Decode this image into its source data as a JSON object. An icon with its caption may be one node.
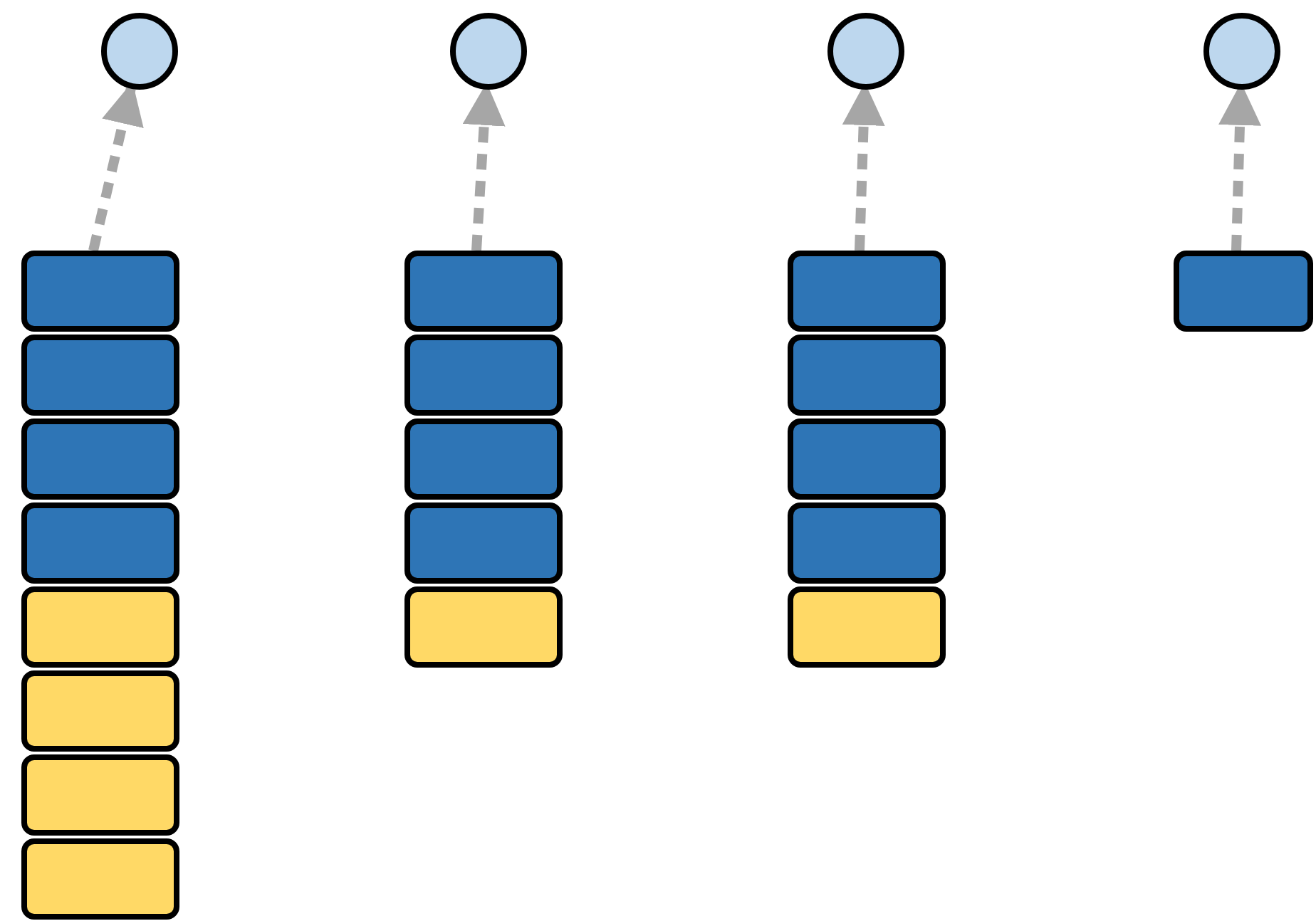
{
  "diagram": {
    "nodes": [
      {
        "text": [],
        "shape": "circle"
      },
      {
        "text": [],
        "shape": "circle"
      },
      {
        "text": [],
        "shape": "circle"
      },
      {
        "text": [],
        "shape": "circle"
      },
      {
        "text": [],
        "shape": "box"
      },
      {
        "text": [],
        "shape": "box"
      },
      {
        "text": [],
        "shape": "box"
      },
      {
        "text": [],
        "shape": "box"
      },
      {
        "text": [],
        "shape": "box"
      },
      {
        "text": [],
        "shape": "box"
      },
      {
        "text": [],
        "shape": "box"
      },
      {
        "text": [],
        "shape": "box"
      },
      {
        "text": [],
        "shape": "box"
      },
      {
        "text": [],
        "shape": "box"
      },
      {
        "text": [],
        "shape": "box"
      },
      {
        "text": [],
        "shape": "box"
      },
      {
        "text": [],
        "shape": "box"
      },
      {
        "text": [],
        "shape": "box"
      },
      {
        "text": [],
        "shape": "box"
      },
      {
        "text": [],
        "shape": "box"
      },
      {
        "text": [],
        "shape": "box"
      },
      {
        "text": [],
        "shape": "box"
      },
      {
        "text": [],
        "shape": "box"
      }
    ],
    "edges": [
      {
        "from": 4,
        "to": 0,
        "arrow": "to",
        "style": "dashed",
        "color": "#a6a6a6"
      },
      {
        "from": 12,
        "to": 1,
        "arrow": "to",
        "style": "dashed",
        "color": "#a6a6a6"
      },
      {
        "from": 17,
        "to": 2,
        "arrow": "to",
        "style": "dashed",
        "color": "#a6a6a6"
      },
      {
        "from": 22,
        "to": 3,
        "arrow": "to",
        "style": "dashed",
        "color": "#a6a6a6"
      }
    ]
  }
}
